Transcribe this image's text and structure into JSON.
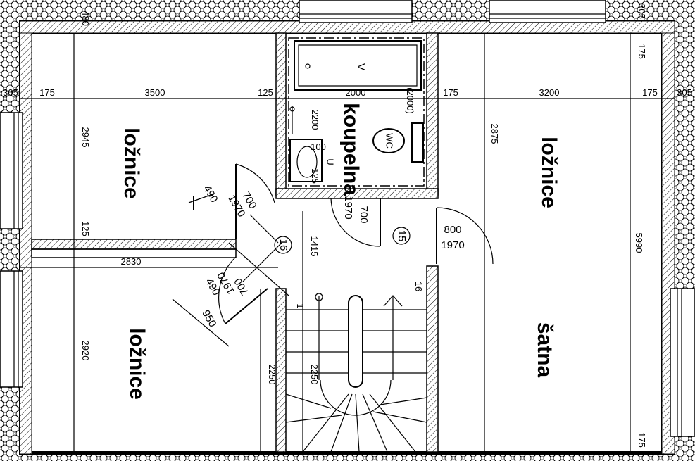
{
  "rooms": {
    "bedroom_top_left": "ložnice",
    "bedroom_bottom_left": "ložnice",
    "bedroom_right": "ložnice",
    "bathroom": "koupelna",
    "wardrobe": "šatna"
  },
  "fixtures": {
    "bath_label": "V",
    "wc_label": "WC",
    "sink_label": "U"
  },
  "doors": {
    "d1_width": "700",
    "d1_height": "1970",
    "d1_offset": "490",
    "d2_width": "700",
    "d2_height": "1970",
    "d2_offset": "490",
    "d2_extra": "950",
    "d3_width": "700",
    "d3_height": "1970",
    "d4_width": "800",
    "d4_height": "1970"
  },
  "markers": {
    "m1": "16",
    "m2": "15"
  },
  "dimensions": {
    "top_left_wall": "480",
    "top_right_wall": "305",
    "right_top_175": "175",
    "left_305": "305",
    "h175_a": "175",
    "h3500": "3500",
    "h125_a": "125",
    "h2000": "2000",
    "h175_b": "175",
    "h3200": "3200",
    "h175_c": "175",
    "right_305": "305",
    "v2945": "2945",
    "v2200": "2200",
    "v1000": "100",
    "v2000p": "(2000)",
    "v125_bath": "125",
    "v2875": "2875",
    "v5990": "5990",
    "v125_left": "125",
    "h2830": "2830",
    "v1415": "1415",
    "stair_16": "16",
    "stair_1": "1",
    "v2920": "2920",
    "v2250_a": "2250",
    "v2250_b": "2250",
    "v175_bottom": "175"
  }
}
